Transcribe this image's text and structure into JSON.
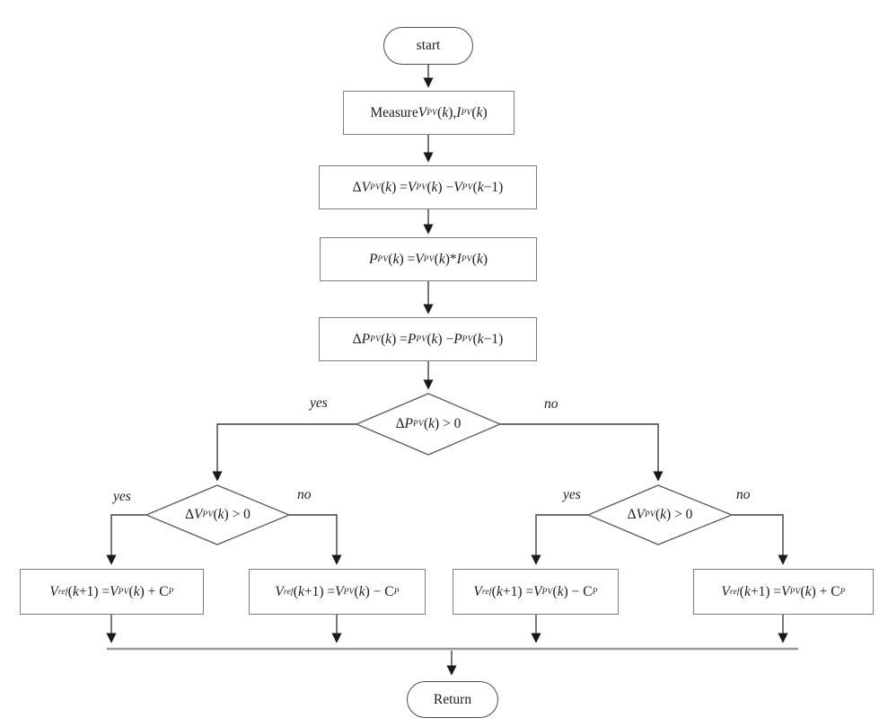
{
  "flowchart": {
    "colors": {
      "background": "#ffffff",
      "rect_border": "#7f7f7f",
      "shape_border": "#5a5a5a",
      "line": "#3f3f3f",
      "merge_bar": "#9a9a9a",
      "text": "#1c1c1c"
    },
    "nodes": {
      "start": {
        "label": "start"
      },
      "measure": {
        "formula": [
          [
            "p",
            "Measure "
          ],
          [
            "v",
            "V"
          ],
          [
            "s",
            "PV"
          ],
          [
            "p",
            "("
          ],
          [
            "v",
            "k"
          ],
          [
            "p",
            "), "
          ],
          [
            "v",
            "I"
          ],
          [
            "s",
            "PV"
          ],
          [
            "p",
            "("
          ],
          [
            "v",
            "k"
          ],
          [
            "p",
            ")"
          ]
        ]
      },
      "delta_v": {
        "formula": [
          [
            "p",
            "Δ"
          ],
          [
            "v",
            "V"
          ],
          [
            "s",
            "PV"
          ],
          [
            "p",
            "("
          ],
          [
            "v",
            "k"
          ],
          [
            "p",
            ") = "
          ],
          [
            "v",
            "V"
          ],
          [
            "s",
            "PV"
          ],
          [
            "p",
            "("
          ],
          [
            "v",
            "k"
          ],
          [
            "p",
            ") − "
          ],
          [
            "v",
            "V"
          ],
          [
            "s",
            "PV"
          ],
          [
            "p",
            "("
          ],
          [
            "v",
            "k"
          ],
          [
            "p",
            "−1)"
          ]
        ]
      },
      "power": {
        "formula": [
          [
            "v",
            "P"
          ],
          [
            "s",
            "PV"
          ],
          [
            "p",
            "("
          ],
          [
            "v",
            "k"
          ],
          [
            "p",
            ") = "
          ],
          [
            "v",
            "V"
          ],
          [
            "s",
            "PV"
          ],
          [
            "p",
            "("
          ],
          [
            "v",
            "k"
          ],
          [
            "p",
            ")* "
          ],
          [
            "v",
            "I"
          ],
          [
            "s",
            "PV"
          ],
          [
            "p",
            "("
          ],
          [
            "v",
            "k"
          ],
          [
            "p",
            ")"
          ]
        ]
      },
      "delta_p": {
        "formula": [
          [
            "p",
            "Δ"
          ],
          [
            "v",
            "P"
          ],
          [
            "s",
            "PV"
          ],
          [
            "p",
            "("
          ],
          [
            "v",
            "k"
          ],
          [
            "p",
            ") = "
          ],
          [
            "v",
            "P"
          ],
          [
            "s",
            "PV"
          ],
          [
            "p",
            "("
          ],
          [
            "v",
            "k"
          ],
          [
            "p",
            ") − "
          ],
          [
            "v",
            "P"
          ],
          [
            "s",
            "PV"
          ],
          [
            "p",
            "("
          ],
          [
            "v",
            "k"
          ],
          [
            "p",
            "−1)"
          ]
        ]
      },
      "decision_dp": {
        "formula": [
          [
            "p",
            "Δ"
          ],
          [
            "v",
            "P"
          ],
          [
            "s",
            "PV"
          ],
          [
            "p",
            "("
          ],
          [
            "v",
            "k"
          ],
          [
            "p",
            ") > 0"
          ]
        ]
      },
      "decision_dv_left": {
        "formula": [
          [
            "p",
            "Δ"
          ],
          [
            "v",
            "V"
          ],
          [
            "s",
            "PV"
          ],
          [
            "p",
            "("
          ],
          [
            "v",
            "k"
          ],
          [
            "p",
            ") > 0"
          ]
        ]
      },
      "decision_dv_right": {
        "formula": [
          [
            "p",
            "Δ"
          ],
          [
            "v",
            "V"
          ],
          [
            "s",
            "PV"
          ],
          [
            "p",
            "("
          ],
          [
            "v",
            "k"
          ],
          [
            "p",
            ") > 0"
          ]
        ]
      },
      "out_left_yes": {
        "formula": [
          [
            "v",
            "V"
          ],
          [
            "s",
            "ref"
          ],
          [
            "p",
            "("
          ],
          [
            "v",
            "k"
          ],
          [
            "p",
            "+1) = "
          ],
          [
            "v",
            "V"
          ],
          [
            "s",
            "PV"
          ],
          [
            "p",
            "("
          ],
          [
            "v",
            "k"
          ],
          [
            "p",
            ") + C"
          ],
          [
            "s",
            "P"
          ]
        ]
      },
      "out_left_no": {
        "formula": [
          [
            "v",
            "V"
          ],
          [
            "s",
            "ref"
          ],
          [
            "p",
            "("
          ],
          [
            "v",
            "k"
          ],
          [
            "p",
            "+1) = "
          ],
          [
            "v",
            "V"
          ],
          [
            "s",
            "PV"
          ],
          [
            "p",
            "("
          ],
          [
            "v",
            "k"
          ],
          [
            "p",
            ") − C"
          ],
          [
            "s",
            "P"
          ]
        ]
      },
      "out_right_yes": {
        "formula": [
          [
            "v",
            "V"
          ],
          [
            "s",
            "ref"
          ],
          [
            "p",
            "("
          ],
          [
            "v",
            "k"
          ],
          [
            "p",
            "+1) = "
          ],
          [
            "v",
            "V"
          ],
          [
            "s",
            "PV"
          ],
          [
            "p",
            "("
          ],
          [
            "v",
            "k"
          ],
          [
            "p",
            ") − C"
          ],
          [
            "s",
            "P"
          ]
        ]
      },
      "out_right_no": {
        "formula": [
          [
            "v",
            "V"
          ],
          [
            "s",
            "ref"
          ],
          [
            "p",
            "("
          ],
          [
            "v",
            "k"
          ],
          [
            "p",
            "+1) = "
          ],
          [
            "v",
            "V"
          ],
          [
            "s",
            "PV"
          ],
          [
            "p",
            "("
          ],
          [
            "v",
            "k"
          ],
          [
            "p",
            ") + C"
          ],
          [
            "s",
            "P"
          ]
        ]
      },
      "return": {
        "label": "Return"
      }
    },
    "branch_labels": {
      "dp_yes": "yes",
      "dp_no": "no",
      "dv_left_yes": "yes",
      "dv_left_no": "no",
      "dv_right_yes": "yes",
      "dv_right_no": "no"
    }
  }
}
